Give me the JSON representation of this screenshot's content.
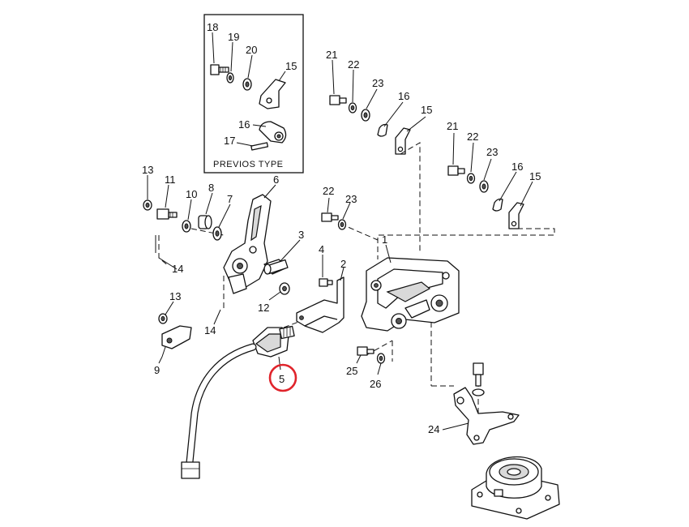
{
  "inset": {
    "title": "PREVIOS TYPE"
  },
  "callouts": {
    "p1": "1",
    "p2": "2",
    "p3": "3",
    "p4": "4",
    "p5": "5",
    "p6": "6",
    "p7": "7",
    "p8": "8",
    "p9": "9",
    "p10": "10",
    "p11": "11",
    "p12": "12",
    "p13a": "13",
    "p13b": "13",
    "p14a": "14",
    "p14b": "14",
    "p15a": "15",
    "p15b": "15",
    "p15c": "15",
    "p16a": "16",
    "p16b": "16",
    "p16c": "16",
    "p17": "17",
    "p18": "18",
    "p19": "19",
    "p20": "20",
    "p21a": "21",
    "p21b": "21",
    "p22a": "22",
    "p22b": "22",
    "p22c": "22",
    "p23a": "23",
    "p23b": "23",
    "p23c": "23",
    "p24": "24",
    "p25": "25",
    "p26": "26"
  },
  "highlight": {
    "part": "5",
    "color": "#e0242b"
  }
}
